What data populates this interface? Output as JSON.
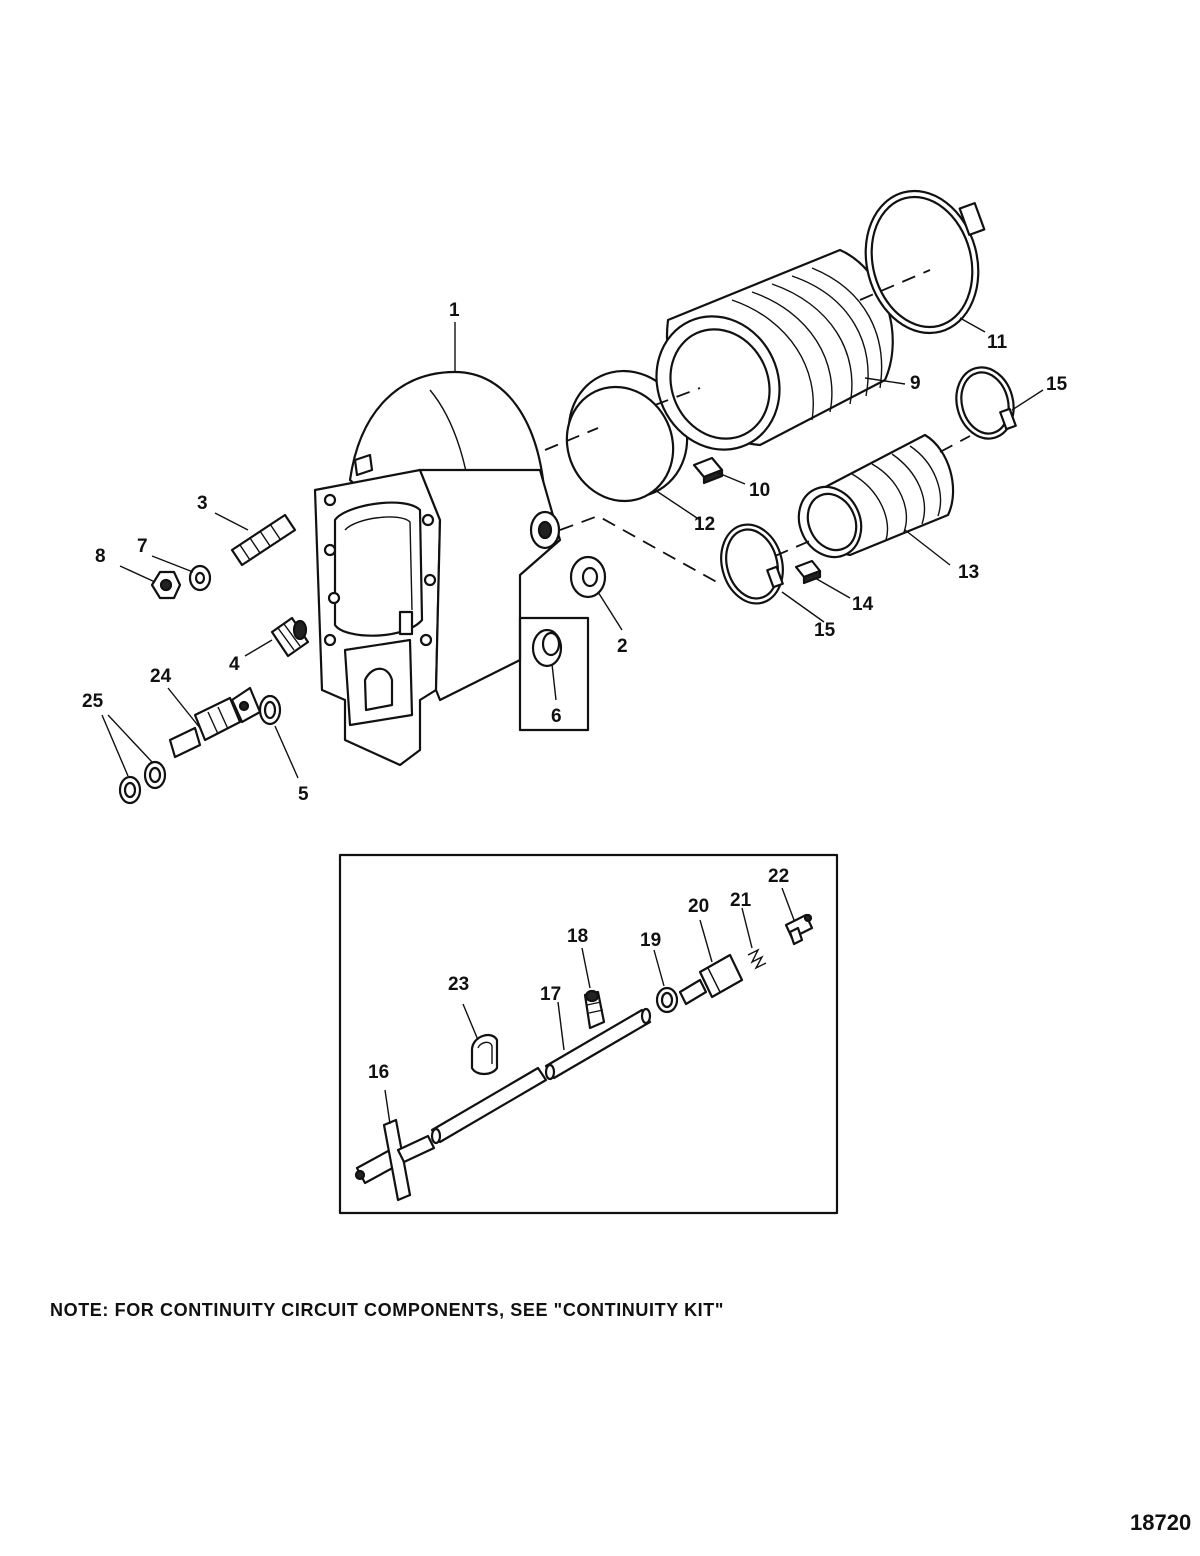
{
  "callouts": {
    "c1": "1",
    "c2": "2",
    "c3": "3",
    "c4": "4",
    "c5": "5",
    "c6": "6",
    "c7": "7",
    "c8": "8",
    "c9": "9",
    "c10": "10",
    "c11": "11",
    "c12": "12",
    "c13": "13",
    "c14": "14",
    "c15a": "15",
    "c15b": "15",
    "c16": "16",
    "c17": "17",
    "c18": "18",
    "c19": "19",
    "c20": "20",
    "c21": "21",
    "c22": "22",
    "c23": "23",
    "c24": "24",
    "c25": "25"
  },
  "note": "NOTE:  FOR CONTINUITY CIRCUIT COMPONENTS, SEE \"CONTINUITY KIT\"",
  "figure_number": "18720"
}
